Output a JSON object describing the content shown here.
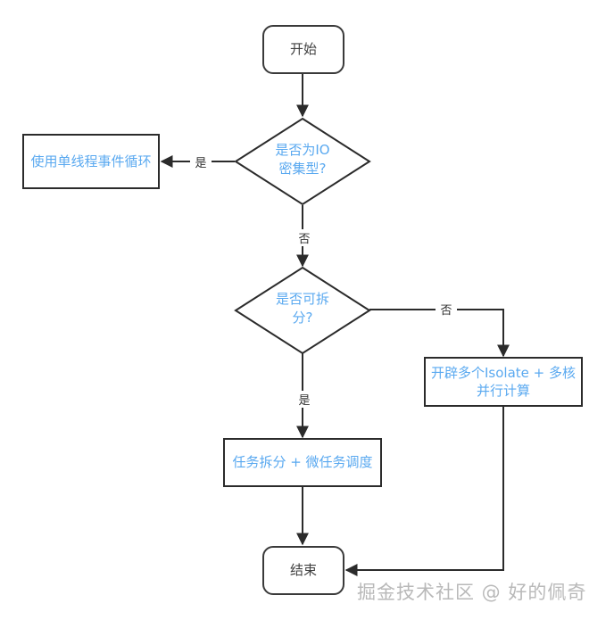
{
  "diagram": {
    "type": "flowchart",
    "title": "",
    "background_color": "#ffffff",
    "node_text_color": "#5aa9f0",
    "terminal_text_color": "#404040",
    "edge_color": "#2b2b2b",
    "nodes": [
      {
        "id": "start",
        "shape": "terminal",
        "label": "开始"
      },
      {
        "id": "decision1",
        "shape": "diamond",
        "label_line1": "是否为IO",
        "label_line2": "密集型?"
      },
      {
        "id": "single",
        "shape": "process",
        "label": "使用单线程事件循环"
      },
      {
        "id": "decision2",
        "shape": "diamond",
        "label_line1": "是否可拆",
        "label_line2": "分?"
      },
      {
        "id": "isolate",
        "shape": "process",
        "label_line1": "开辟多个Isolate + 多核",
        "label_line2": "并行计算"
      },
      {
        "id": "split",
        "shape": "process",
        "label": "任务拆分 + 微任务调度"
      },
      {
        "id": "end",
        "shape": "terminal",
        "label": "结束"
      }
    ],
    "edges": [
      {
        "from": "start",
        "to": "decision1",
        "label": ""
      },
      {
        "from": "decision1",
        "to": "single",
        "label": "是"
      },
      {
        "from": "decision1",
        "to": "decision2",
        "label": "否"
      },
      {
        "from": "decision2",
        "to": "isolate",
        "label": "否"
      },
      {
        "from": "decision2",
        "to": "split",
        "label": "是"
      },
      {
        "from": "split",
        "to": "end",
        "label": ""
      },
      {
        "from": "isolate",
        "to": "end",
        "label": ""
      }
    ]
  },
  "watermark": {
    "text": "掘金技术社区 @ 好的佩奇"
  }
}
